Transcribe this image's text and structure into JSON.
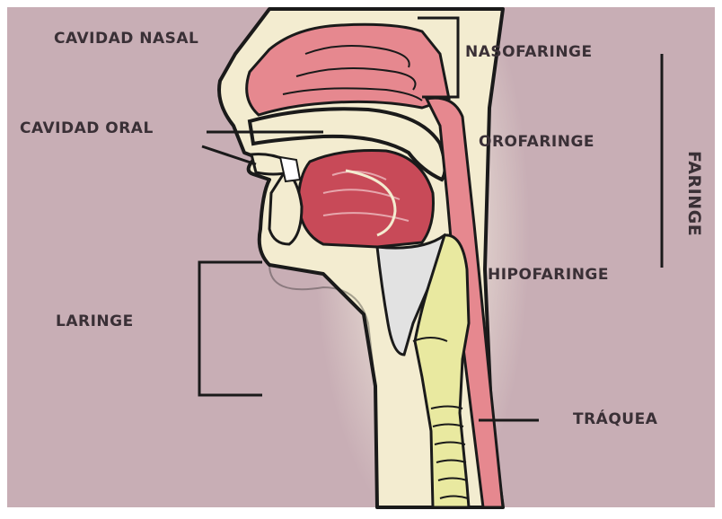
{
  "labels": {
    "cavidad_nasal": "CAVIDAD NASAL",
    "cavidad_oral": "CAVIDAD ORAL",
    "laringe": "LARINGE",
    "nasofaringe": "NASOFARINGE",
    "orofaringe": "OROFARINGE",
    "hipofaringe": "HIPOFARINGE",
    "traquea": "TRÁQUEA",
    "faringe": "FARINGE"
  },
  "colors": {
    "background": "#c8aeb5",
    "skin": "#f3ecd0",
    "mucosa": "#e6888f",
    "tongue": "#c84a58",
    "cartilage": "#e9e9a0",
    "epiglottis": "#e2e2e2",
    "outline": "#1a1a1a"
  }
}
